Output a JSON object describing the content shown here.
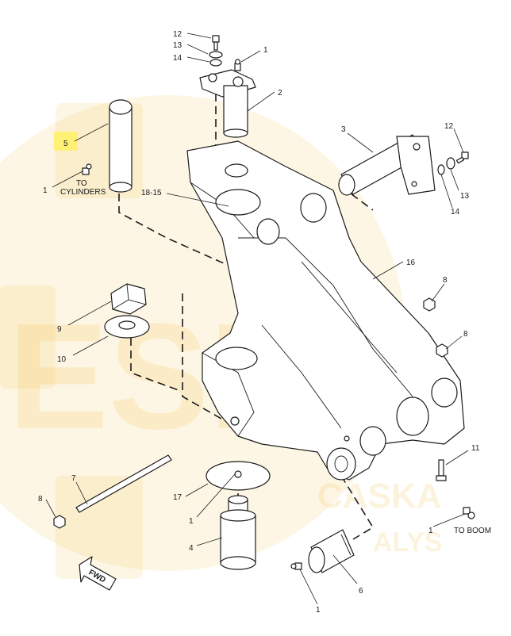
{
  "highlight_color": "#fff176",
  "watermark": {
    "brand": "ESKA",
    "sub_a": "CASKA",
    "sub_b": "ALYS",
    "color": "#f2b632"
  },
  "callouts": {
    "c12_top": "12",
    "c13_top": "13",
    "c14_top": "14",
    "c1_top": "1",
    "c2": "2",
    "c3": "3",
    "c12_right": "12",
    "c13_right": "13",
    "c14_right": "14",
    "c5": "5",
    "c1_cyl": "1",
    "c18_15": "18-15",
    "c16": "16",
    "c8_a": "8",
    "c8_b": "8",
    "c9": "9",
    "c10": "10",
    "c11": "11",
    "c7": "7",
    "c8_c": "8",
    "c17": "17",
    "c1_mid": "1",
    "c4": "4",
    "c1_boom": "1",
    "c6": "6",
    "c1_bottom": "1"
  },
  "notes": {
    "to_cylinders_1": "TO",
    "to_cylinders_2": "CYLINDERS",
    "to_boom": "TO BOOM",
    "fwd": "FWD"
  }
}
